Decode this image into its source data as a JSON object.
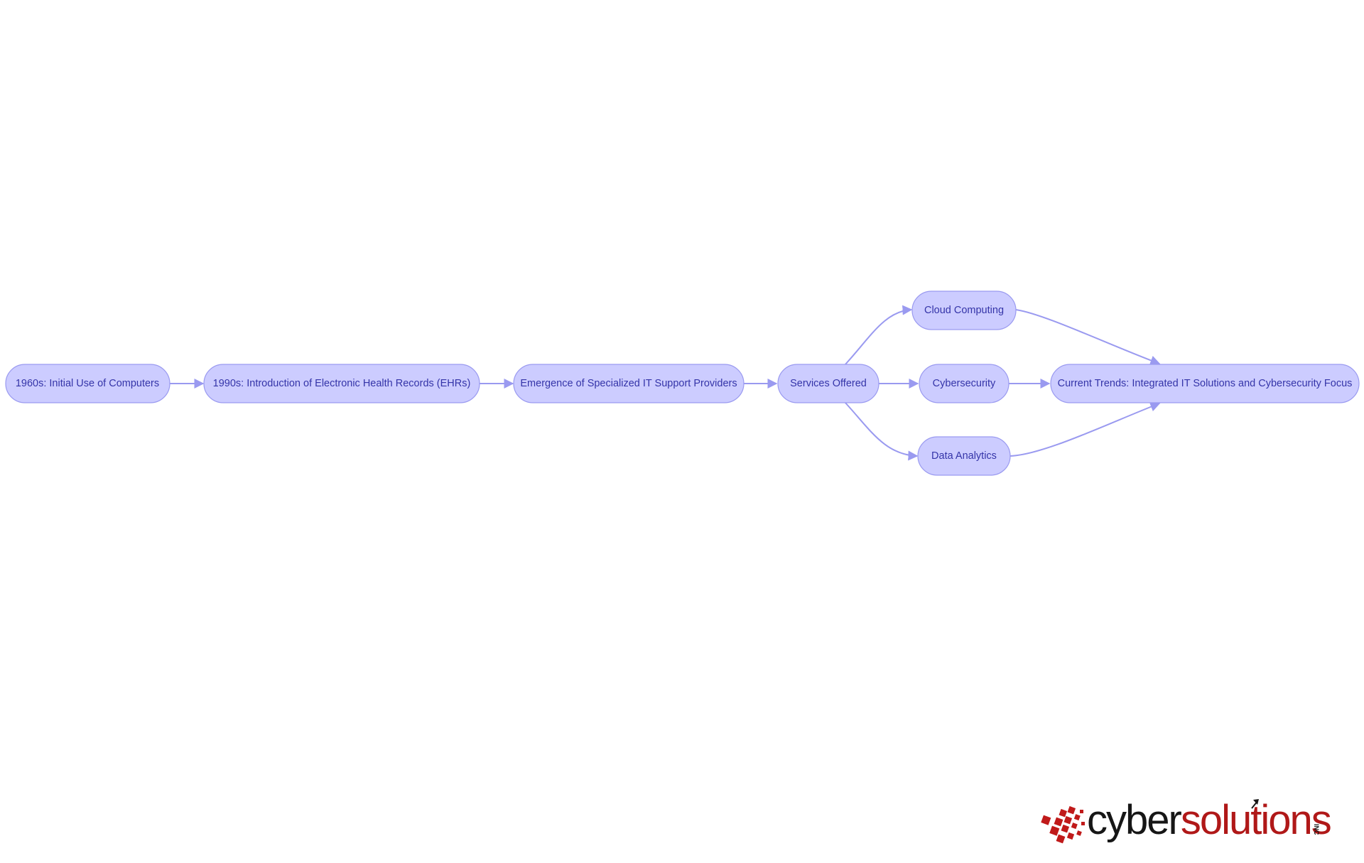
{
  "diagram": {
    "nodes": {
      "n1960s": "1960s: Initial Use of Computers",
      "n1990s": "1990s: Introduction of Electronic Health Records (EHRs)",
      "emergence": "Emergence of Specialized IT Support Providers",
      "services": "Services Offered",
      "cloud": "Cloud Computing",
      "cyber": "Cybersecurity",
      "data": "Data Analytics",
      "trends": "Current Trends: Integrated IT Solutions and Cybersecurity Focus"
    },
    "edges": [
      {
        "from": "n1960s",
        "to": "n1990s"
      },
      {
        "from": "n1990s",
        "to": "emergence"
      },
      {
        "from": "emergence",
        "to": "services"
      },
      {
        "from": "services",
        "to": "cloud"
      },
      {
        "from": "services",
        "to": "cyber"
      },
      {
        "from": "services",
        "to": "data"
      },
      {
        "from": "cloud",
        "to": "trends"
      },
      {
        "from": "cyber",
        "to": "trends"
      },
      {
        "from": "data",
        "to": "trends"
      }
    ],
    "colors": {
      "node_fill": "#ccccff",
      "node_stroke": "#9a9af0",
      "node_text": "#3434a8",
      "edge": "#9a9af0"
    }
  },
  "logo": {
    "part1": "cyber",
    "part2": "solutions",
    "suffix": "INC",
    "colors": {
      "dark": "#161616",
      "red": "#b01818"
    }
  }
}
